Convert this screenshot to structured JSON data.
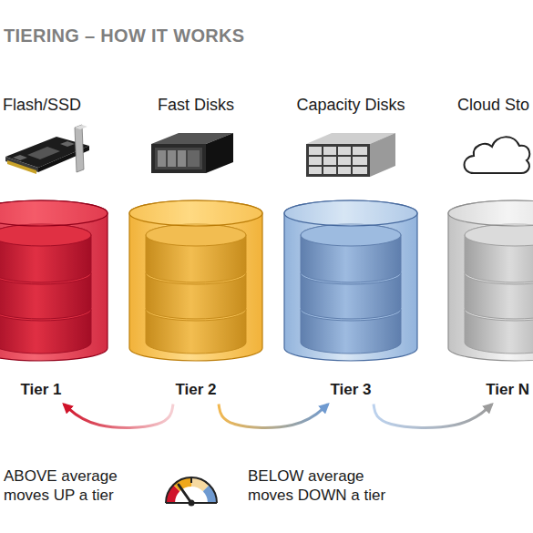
{
  "diagram": {
    "title": "TIERING – HOW IT WORKS",
    "nodes": [
      {
        "text": [
          "Flash/SSD",
          "Tier 1"
        ]
      },
      {
        "text": [
          "Fast Disks",
          "Tier 2"
        ]
      },
      {
        "text": [
          "Capacity Disks",
          "Tier 3"
        ]
      },
      {
        "text": [
          "Cloud Sto",
          "Tier N"
        ]
      }
    ],
    "edges": [
      {
        "from": 1,
        "to": 0,
        "arrow": "to"
      },
      {
        "from": 1,
        "to": 2,
        "arrow": "to"
      },
      {
        "from": 2,
        "to": 3,
        "arrow": "to"
      }
    ],
    "labels": [
      "ABOVE average moves UP a tier",
      "BELOW average moves DOWN a tier"
    ]
  }
}
